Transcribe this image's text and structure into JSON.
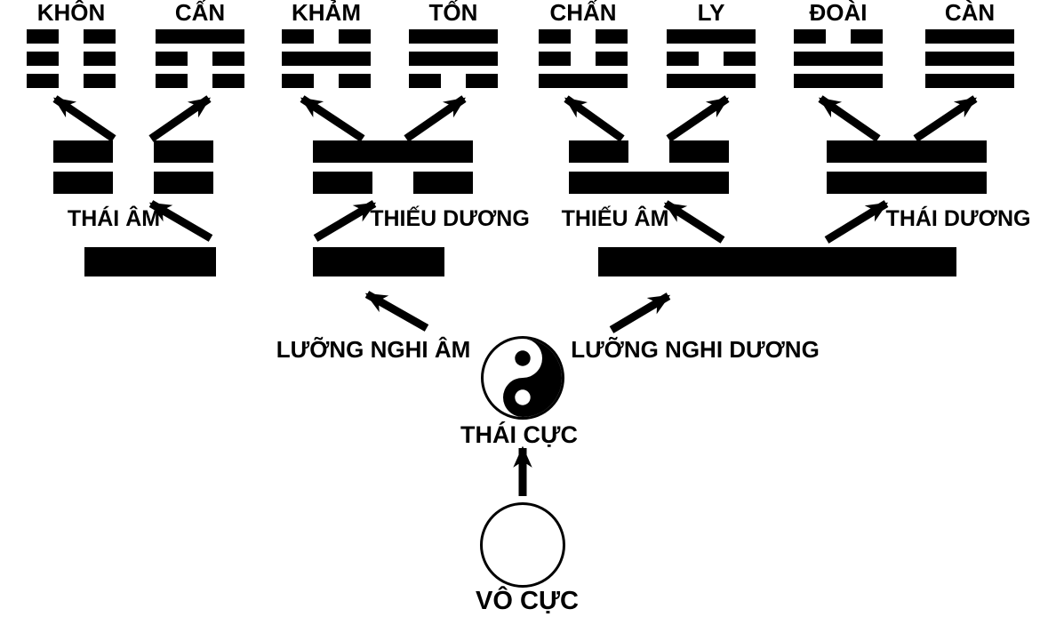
{
  "diagram": {
    "background": "#ffffff",
    "ink_color": "#000000",
    "trigrams": [
      {
        "label": "KHÔN",
        "lines": [
          "broken",
          "broken",
          "broken"
        ]
      },
      {
        "label": "CẤN",
        "lines": [
          "solid",
          "broken",
          "broken"
        ]
      },
      {
        "label": "KHẢM",
        "lines": [
          "broken",
          "solid",
          "broken"
        ]
      },
      {
        "label": "TỐN",
        "lines": [
          "solid",
          "solid",
          "broken"
        ]
      },
      {
        "label": "CHẤN",
        "lines": [
          "broken",
          "broken",
          "solid"
        ]
      },
      {
        "label": "LY",
        "lines": [
          "solid",
          "broken",
          "solid"
        ]
      },
      {
        "label": "ĐOÀI",
        "lines": [
          "broken",
          "solid",
          "solid"
        ]
      },
      {
        "label": "CÀN",
        "lines": [
          "solid",
          "solid",
          "solid"
        ]
      }
    ],
    "four_symbols": [
      {
        "label": "THÁI ÂM",
        "lines": [
          "broken",
          "broken"
        ]
      },
      {
        "label": "THIẾU DƯƠNG",
        "lines": [
          "solid",
          "broken"
        ]
      },
      {
        "label": "THIẾU ÂM",
        "lines": [
          "broken",
          "solid"
        ]
      },
      {
        "label": "THÁI DƯƠNG",
        "lines": [
          "solid",
          "solid"
        ]
      }
    ],
    "two_principles": [
      {
        "label": "LƯỠNG NGHI ÂM",
        "line": "broken"
      },
      {
        "label": "LƯỠNG NGHI DƯƠNG",
        "line": "solid"
      }
    ],
    "taiji": {
      "label": "THÁI CỰC",
      "symbol": "yin-yang-icon"
    },
    "wuji": {
      "label": "VÔ CỰC",
      "symbol": "empty-circle-icon"
    }
  }
}
